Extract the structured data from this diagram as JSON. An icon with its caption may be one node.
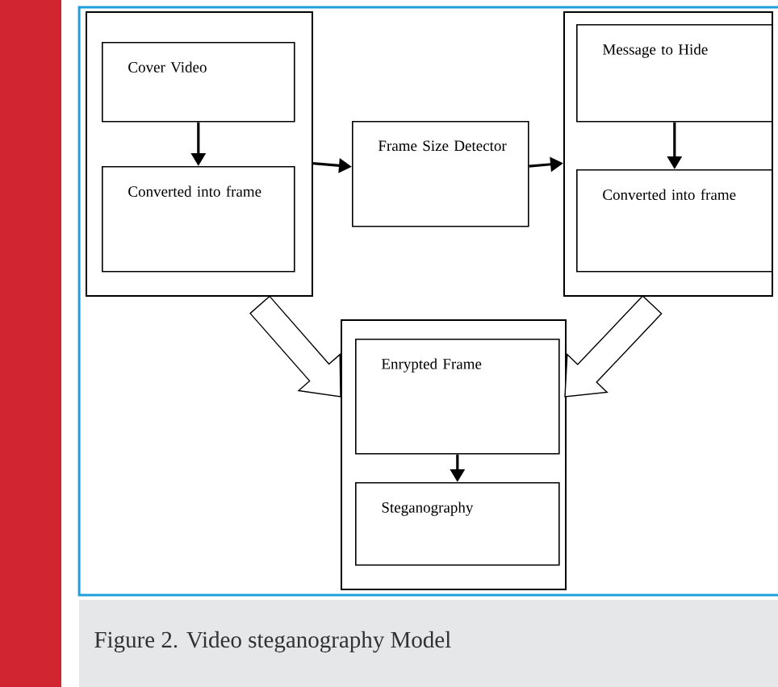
{
  "diagram": {
    "caption": "Figure 2. Video steganography Model",
    "nodes": [
      {
        "text": [],
        "shape": "box"
      },
      {
        "text": [
          "Cover Video"
        ],
        "in": 0
      },
      {
        "text": [
          "Converted into frame"
        ],
        "in": 0
      },
      {
        "text": [
          "Frame Size Detector"
        ]
      },
      {
        "text": [],
        "shape": "box"
      },
      {
        "text": [
          "Message to Hide"
        ],
        "in": 4
      },
      {
        "text": [
          "Converted into frame"
        ],
        "in": 4
      },
      {
        "text": [],
        "shape": "box"
      },
      {
        "text": [
          "Enrypted Frame"
        ],
        "in": 7
      },
      {
        "text": [
          "Steganography"
        ],
        "in": 7
      }
    ],
    "edges": [
      {
        "from": 1,
        "to": 2,
        "arrow": "to"
      },
      {
        "from": 0,
        "to": 3,
        "arrow": "to"
      },
      {
        "from": 3,
        "to": 4,
        "arrow": "to"
      },
      {
        "from": 5,
        "to": 6,
        "arrow": "to"
      },
      {
        "from": 0,
        "to": 7,
        "arrow": "to",
        "style": "thick"
      },
      {
        "from": 4,
        "to": 7,
        "arrow": "to",
        "style": "thick"
      },
      {
        "from": 8,
        "to": 9,
        "arrow": "to"
      }
    ]
  }
}
